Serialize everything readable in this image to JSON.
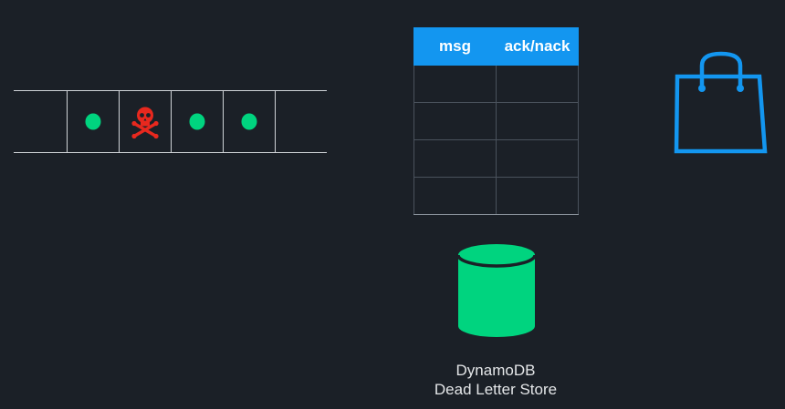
{
  "queue": {
    "slots": [
      {
        "kind": "empty"
      },
      {
        "kind": "message"
      },
      {
        "kind": "poison"
      },
      {
        "kind": "message"
      },
      {
        "kind": "message"
      },
      {
        "kind": "empty"
      }
    ],
    "message_color": "#00d47f",
    "poison_color": "#e8281e"
  },
  "ack_table": {
    "headers": [
      "msg",
      "ack/nack"
    ],
    "rows": [
      [
        "",
        ""
      ],
      [
        "",
        ""
      ],
      [
        "",
        ""
      ],
      [
        "",
        ""
      ]
    ],
    "header_color": "#1396f0"
  },
  "consumer": {
    "icon": "shopping-bag-icon",
    "color": "#1396f0"
  },
  "store": {
    "icon": "database-icon",
    "color": "#00d47f",
    "label_line1": "DynamoDB",
    "label_line2": "Dead Letter Store"
  }
}
